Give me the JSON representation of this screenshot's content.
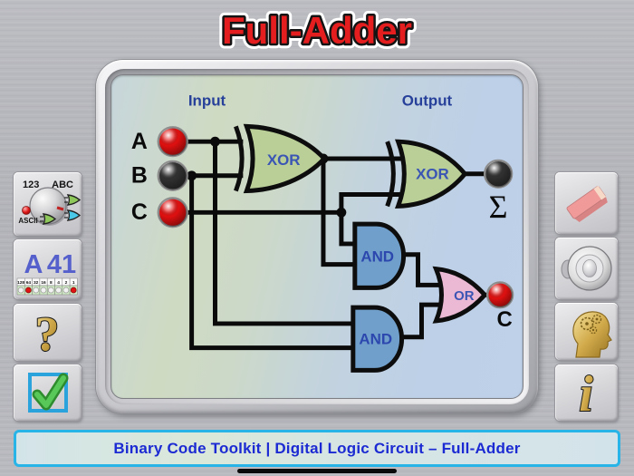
{
  "title": "Full-Adder",
  "status_bar": {
    "text": "Binary Code Toolkit | Digital Logic Circuit – Full-Adder"
  },
  "screen": {
    "input_header": "Input",
    "output_header": "Output",
    "inputs": [
      {
        "label": "A",
        "value": 1
      },
      {
        "label": "B",
        "value": 0
      },
      {
        "label": "C",
        "value": 1
      }
    ],
    "gates": {
      "xor1": {
        "label": "XOR"
      },
      "xor2": {
        "label": "XOR"
      },
      "and1": {
        "label": "AND"
      },
      "and2": {
        "label": "AND"
      },
      "or1": {
        "label": "OR"
      }
    },
    "outputs": [
      {
        "label": "Σ",
        "value": 0
      },
      {
        "label": "C",
        "value": 1
      }
    ]
  },
  "left_toolbar": {
    "mode_button": {
      "icon": "mode-dial-icon",
      "numeric_label": "123",
      "alpha_label": "ABC",
      "led_label": "ASCII"
    },
    "value_button": {
      "char": "A",
      "hex": "41",
      "bit_weights": [
        "128",
        "64",
        "32",
        "16",
        "8",
        "4",
        "2",
        "1"
      ],
      "bits": [
        0,
        1,
        0,
        0,
        0,
        0,
        0,
        1
      ]
    },
    "help_button": {
      "icon": "question-mark-icon",
      "glyph": "?"
    },
    "check_button": {
      "icon": "checkmark-icon"
    }
  },
  "right_toolbar": {
    "erase_button": {
      "icon": "eraser-icon"
    },
    "sound_button": {
      "icon": "speaker-icon"
    },
    "think_button": {
      "icon": "head-gears-icon"
    },
    "info_button": {
      "icon": "info-icon",
      "glyph": "i"
    }
  },
  "colors": {
    "title_red": "#e41e1e",
    "xor_fill": "#b9cf97",
    "and_fill": "#6f9fca",
    "or_fill": "#ecb9d4",
    "gate_label_blue": "#3a55b4",
    "header_blue": "#27409a",
    "status_text_blue": "#1b2ad2",
    "status_border_cyan": "#28b4e6",
    "on_red": "#e01010",
    "off_dark": "#303030"
  }
}
